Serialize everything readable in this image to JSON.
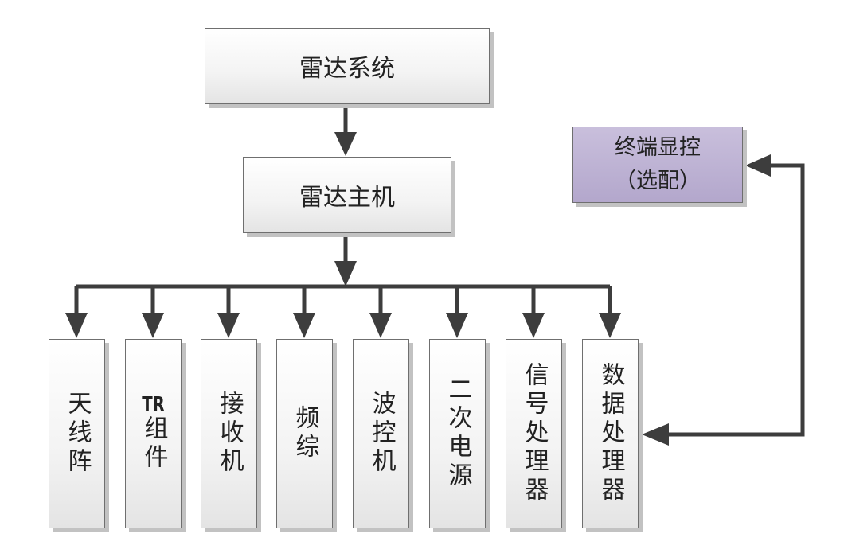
{
  "top": {
    "label": "雷达系统"
  },
  "host": {
    "label": "雷达主机"
  },
  "terminal": {
    "line1": "终端显控",
    "line2": "（选配）"
  },
  "modules": [
    {
      "label": "天线阵"
    },
    {
      "prefix": "TR",
      "label": "组件"
    },
    {
      "label": "接收机"
    },
    {
      "label": "频综"
    },
    {
      "label": "波控机"
    },
    {
      "label": "二次电源"
    },
    {
      "label": "信号处理器"
    },
    {
      "label": "数据处理器"
    }
  ],
  "colors": {
    "line": "#3d3d3d",
    "box_border": "#6f6f6f",
    "terminal_fill": "#b3a7cc"
  }
}
